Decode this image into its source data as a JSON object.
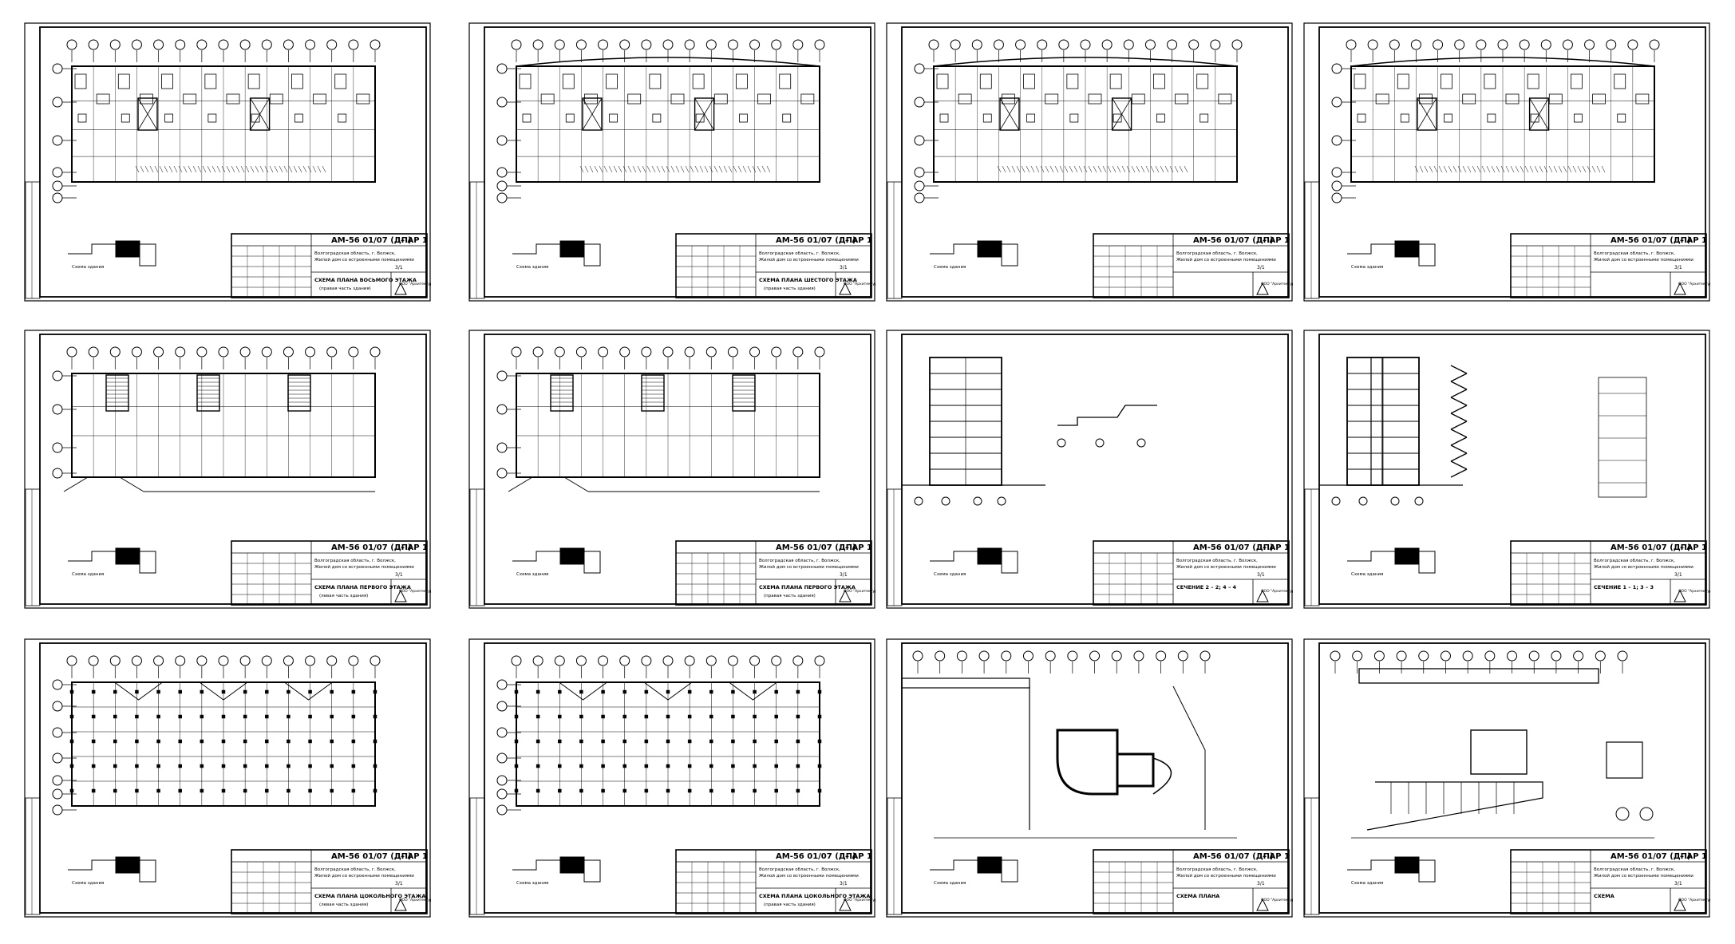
{
  "sheets": [
    {
      "code": "АМ-56 01/07 (ДП)",
      "mark": "– АР 1",
      "title": "СХЕМА ПЛАНА ВОСЬМОГО ЭТАЖА",
      "subtitle": "(правая часть здания)",
      "kind": "plan"
    },
    {
      "code": "АМ-56 01/07 (ДП)",
      "mark": "– АР 1",
      "title": "СХЕМА ПЛАНА ШЕСТОГО ЭТАЖА",
      "subtitle": "(правая часть здания)",
      "kind": "plan"
    },
    {
      "code": "АМ-56 01/07 (ДП)",
      "mark": "– АР 1",
      "title": "",
      "subtitle": "",
      "kind": "plan"
    },
    {
      "code": "АМ-56 01/07 (ДП)",
      "mark": "– АР 1",
      "title": "",
      "subtitle": "",
      "kind": "plan"
    },
    {
      "code": "АМ-56 01/07 (ДП)",
      "mark": "– АР 1",
      "title": "СХЕМА ПЛАНА ПЕРВОГО ЭТАЖА",
      "subtitle": "(левая часть здания)",
      "kind": "stair-plan"
    },
    {
      "code": "АМ-56 01/07 (ДП)",
      "mark": "– АР 1",
      "title": "СХЕМА ПЛАНА ПЕРВОГО ЭТАЖА",
      "subtitle": "(правая часть здания)",
      "kind": "stair-plan"
    },
    {
      "code": "АМ-56 01/07 (ДП)",
      "mark": "– АР 1",
      "title": "СЕЧЕНИЕ 2 – 2; 4 – 4",
      "subtitle": "",
      "kind": "section"
    },
    {
      "code": "АМ-56 01/07 (ДП)",
      "mark": "– АР 1",
      "title": "СЕЧЕНИЕ 1 – 1; 3 – 3",
      "subtitle": "",
      "kind": "section-stair"
    },
    {
      "code": "АМ-56 01/07 (ДП)",
      "mark": "– АР 1",
      "title": "СХЕМА ПЛАНА ЦОКОЛЬНОГО ЭТАЖА",
      "subtitle": "(левая часть здания)",
      "kind": "grid"
    },
    {
      "code": "АМ-56 01/07 (ДП)",
      "mark": "– АР 1",
      "title": "СХЕМА ПЛАНА ЦОКОЛЬНОГО ЭТАЖА",
      "subtitle": "(правая часть здания)",
      "kind": "grid"
    },
    {
      "code": "АМ-56 01/07 (ДП)",
      "mark": "– АР 1",
      "title": "СХЕМА ПЛАНА",
      "subtitle": "",
      "kind": "site"
    },
    {
      "code": "АМ-56 01/07 (ДП)",
      "mark": "– АР 1",
      "title": "СХЕМА",
      "subtitle": "",
      "kind": "site2"
    }
  ],
  "common": {
    "company_line1": "Волгоградская область, г. Волжск,",
    "company_line2": "Жилой дом со встроенными помещениями",
    "sheet_no": "3/1",
    "scheme_label": "Схема здания",
    "org": "ООО \"Архитектура\""
  },
  "colors": {
    "ink": "#000000",
    "paper": "#ffffff"
  }
}
